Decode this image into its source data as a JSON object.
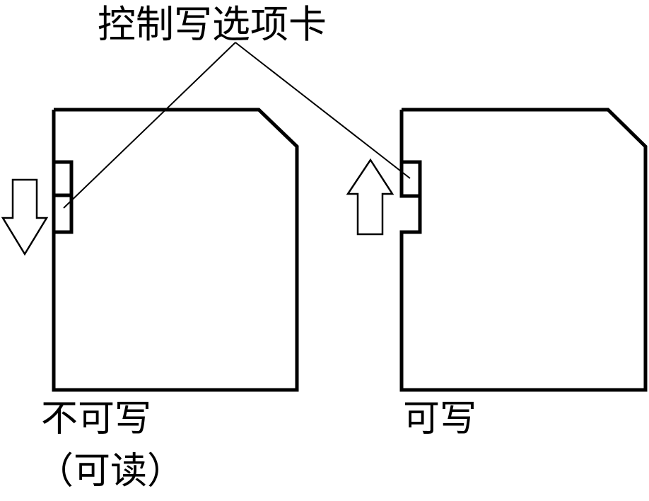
{
  "title": "控制写选项卡",
  "left_card": {
    "status": "不可写",
    "substatus": "（可读）",
    "arrow_direction": "down"
  },
  "right_card": {
    "status": "可写",
    "arrow_direction": "up"
  },
  "colors": {
    "stroke": "#000000",
    "background": "#ffffff"
  }
}
